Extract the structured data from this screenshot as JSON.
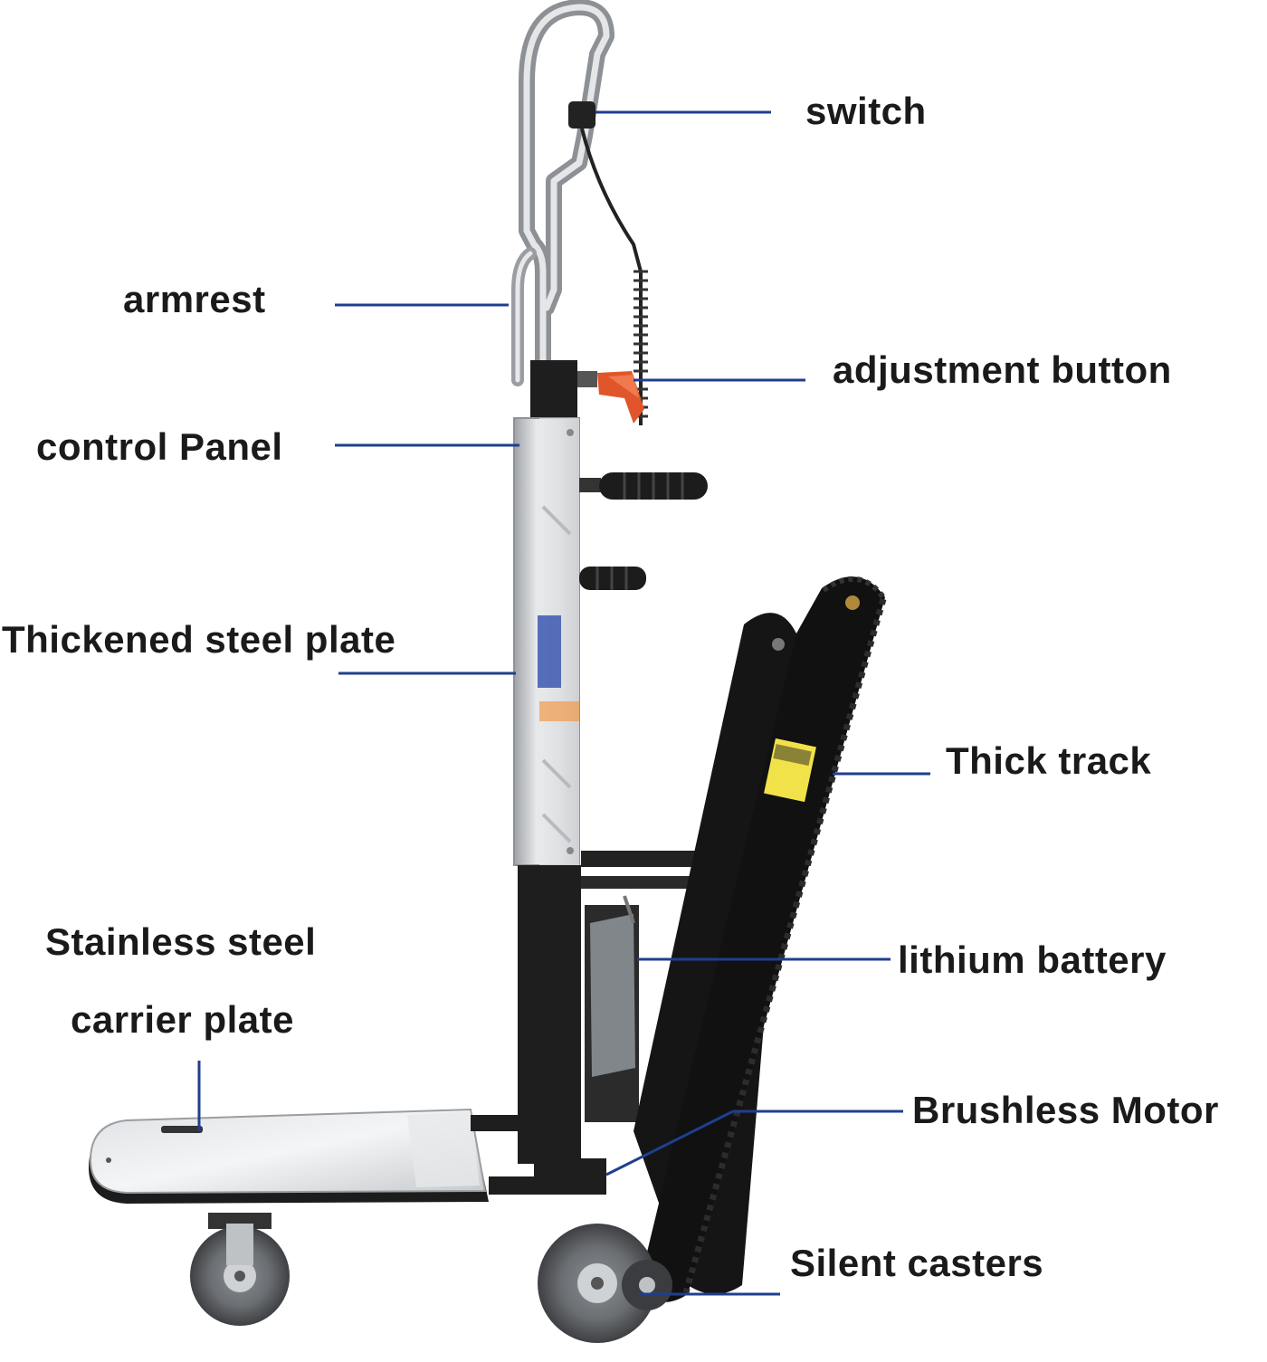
{
  "labels": {
    "switch": "switch",
    "armrest": "armrest",
    "adjustment_button": "adjustment button",
    "control_panel": "control Panel",
    "thickened_steel_plate": "Thickened steel plate",
    "thick_track": "Thick track",
    "stainless_steel_line1": "Stainless steel",
    "stainless_steel_line2": "carrier plate",
    "lithium_battery": "lithium battery",
    "brushless_motor": "Brushless Motor",
    "silent_casters": "Silent casters"
  },
  "colors": {
    "leader_line": "#1f3f8f",
    "label_text": "#1a1a1a",
    "frame_black": "#1e1e1e",
    "steel": "#c9ccd0",
    "caster_gray": "#6b6e72",
    "lever_orange": "#e0562a"
  }
}
